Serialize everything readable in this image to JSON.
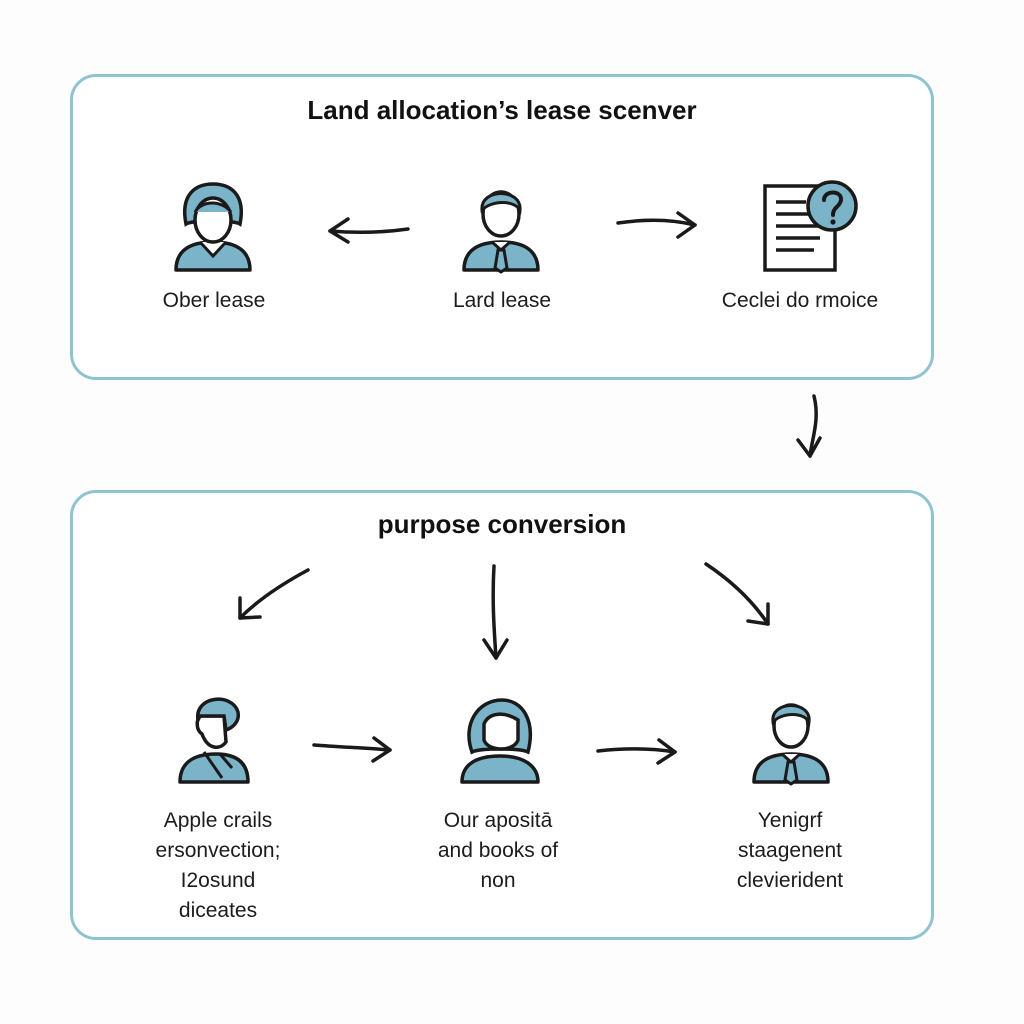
{
  "top_panel": {
    "title": "Land allocation’s lease scenver",
    "nodes": [
      {
        "label": "Ober lease",
        "icon": "woman-user-icon"
      },
      {
        "label": "Lard lease",
        "icon": "man-tie-user-icon"
      },
      {
        "label": "Ceclei do rmoice",
        "icon": "document-question-icon"
      }
    ]
  },
  "bottom_panel": {
    "title": "purpose conversion",
    "nodes": [
      {
        "lines": [
          "Apple crails",
          "ersonvection;",
          "I2osund",
          "diceates"
        ],
        "icon": "man-user-icon"
      },
      {
        "lines": [
          "Our apositā",
          "and books of",
          "non"
        ],
        "icon": "woman-user-icon"
      },
      {
        "lines": [
          "Yenigrf",
          "staagenent",
          "clevierident"
        ],
        "icon": "man-tie-user-icon"
      }
    ]
  },
  "colors": {
    "panel_border": "#8ec3cf",
    "icon_fill": "#7bb4c9",
    "icon_stroke": "#1a1a1a",
    "question_badge": "#7bb4c9"
  }
}
